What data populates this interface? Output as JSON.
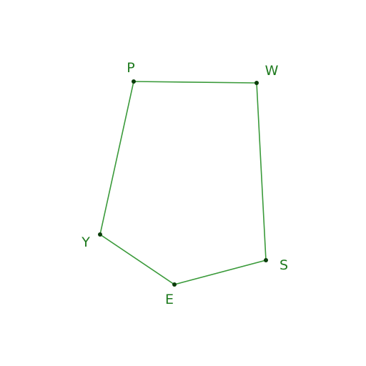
{
  "colors": {
    "edge": "#3a9a3a",
    "point": "#0b3d0b",
    "label": "#1e7a1e",
    "background": "#ffffff"
  },
  "polygon": {
    "vertex_order": [
      "P",
      "W",
      "S",
      "E",
      "Y"
    ],
    "vertices": [
      {
        "id": "P",
        "label": "P"
      },
      {
        "id": "W",
        "label": "W"
      },
      {
        "id": "S",
        "label": "S"
      },
      {
        "id": "E",
        "label": "E"
      },
      {
        "id": "Y",
        "label": "Y"
      }
    ]
  }
}
